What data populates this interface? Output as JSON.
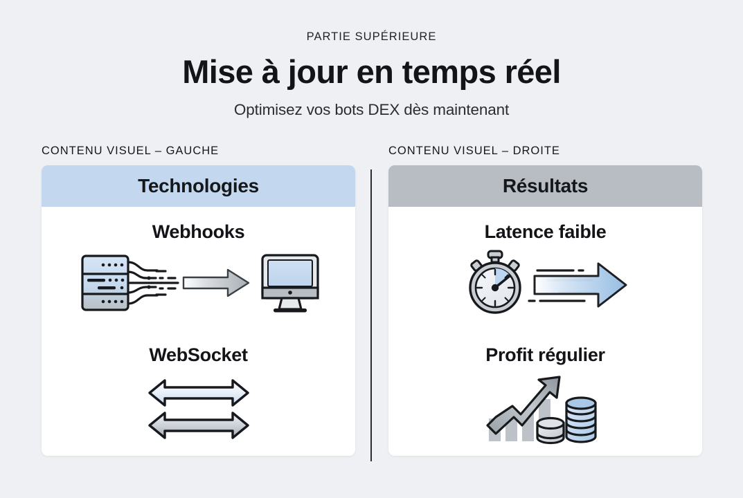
{
  "header": {
    "eyebrow": "PARTIE SUPÉRIEURE",
    "headline": "Mise à jour en temps réel",
    "subhead": "Optimisez vos bots DEX dès maintenant"
  },
  "columns": [
    {
      "label": "CONTENU VISUEL – GAUCHE",
      "card_title": "Technologies",
      "header_color": "#c3d8ef",
      "features": [
        {
          "title": "Webhooks",
          "icon": "server-stream-to-monitor-icon"
        },
        {
          "title": "WebSocket",
          "icon": "bidirectional-arrows-icon"
        }
      ]
    },
    {
      "label": "CONTENU VISUEL – DROITE",
      "card_title": "Résultats",
      "header_color": "#b7bdc3",
      "features": [
        {
          "title": "Latence faible",
          "icon": "stopwatch-speed-arrow-icon"
        },
        {
          "title": "Profit régulier",
          "icon": "growth-chart-coins-icon"
        }
      ]
    }
  ],
  "theme": {
    "background": "#eef0f3",
    "card_background": "#ffffff",
    "accent_blue": "#c3d8ef",
    "accent_gray": "#b7bdc3",
    "ink": "#121417"
  }
}
